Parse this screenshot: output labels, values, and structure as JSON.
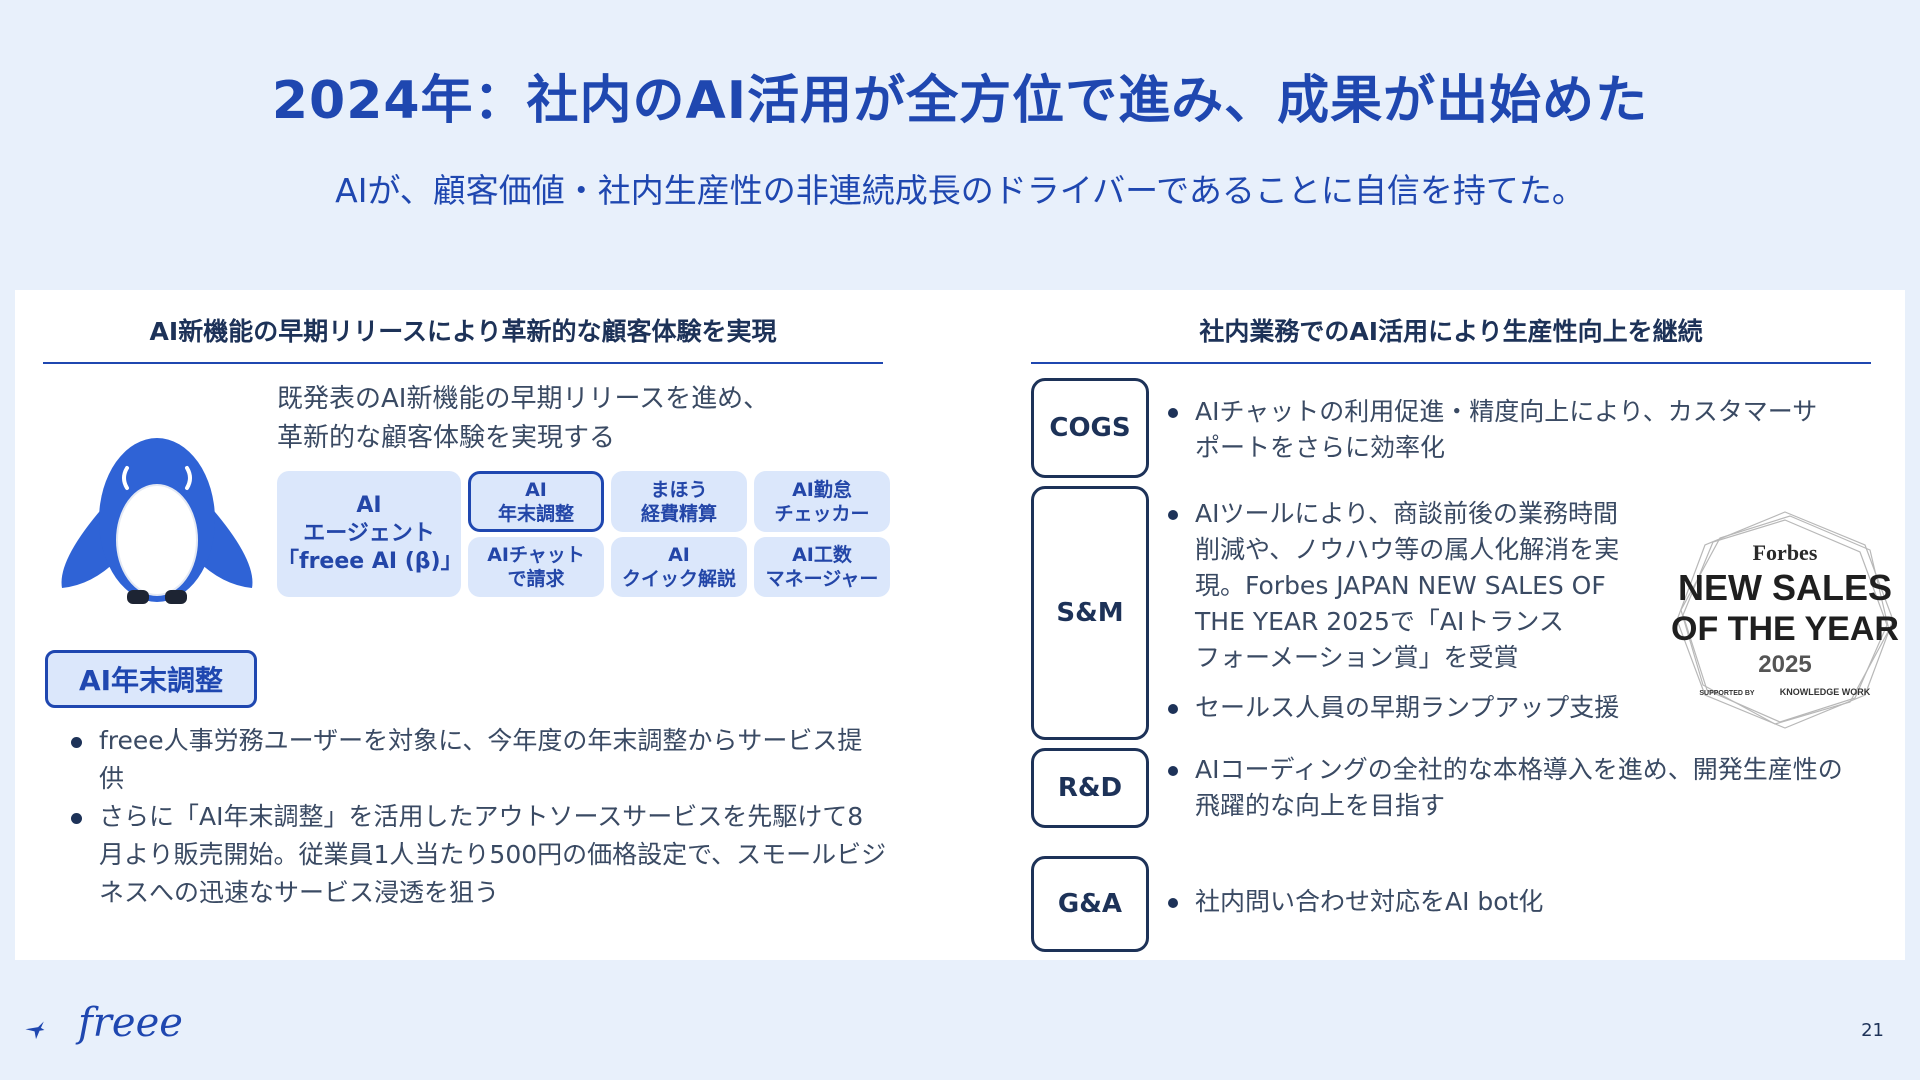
{
  "header": {
    "title": "2024年：社内のAI活用が全方位で進み、成果が出始めた",
    "subtitle": "AIが、顧客価値・社内生産性の非連続成長のドライバーであることに自信を持てた。"
  },
  "left": {
    "heading": "AI新機能の早期リリースにより革新的な顧客体験を実現",
    "intro": [
      "既発表のAI新機能の早期リリースを進め、",
      "革新的な顧客体験を実現する"
    ],
    "features": {
      "agent": "AI\nエージェント\n「freee AI (β)」",
      "year_end": "AI\n年末調整",
      "mahou": "まほう\n経費精算",
      "attendance": "AI勤怠\nチェッカー",
      "chat_invoice": "AIチャット\nで請求",
      "quick": "AI\nクイック解説",
      "kousu": "AI工数\nマネージャー"
    },
    "tag": "AI年末調整",
    "bullets": [
      "freee人事労務ユーザーを対象に、今年度の年末調整からサービス提供",
      "さらに「AI年末調整」を活用したアウトソースサービスを先駆けて8月より販売開始。従業員1人当たり500円の価格設定で、スモールビジネスへの迅速なサービス浸透を狙う"
    ]
  },
  "right": {
    "heading": "社内業務でのAI活用により生産性向上を継続",
    "depts": {
      "cogs": {
        "label": "COGS",
        "bullet": [
          "AIチャットの利用促進・精度向上により、カスタマーサ",
          "ポートをさらに効率化"
        ]
      },
      "sm": {
        "label": "S&M",
        "bullet1": [
          "AIツールにより、商談前後の業務時間",
          "削減や、ノウハウ等の属人化解消を実",
          "現。Forbes JAPAN NEW SALES OF",
          "THE YEAR 2025で「AIトランス",
          "フォーメーション賞」を受賞"
        ],
        "bullet2": "セールス人員の早期ランプアップ支援"
      },
      "rd": {
        "label": "R&D",
        "bullet": [
          "AIコーディングの全社的な本格導入を進め、開発生産性の",
          "飛躍的な向上を目指す"
        ]
      },
      "ga": {
        "label": "G&A",
        "bullet": "社内問い合わせ対応をAI bot化"
      }
    },
    "award": {
      "brand": "Forbes",
      "line1": "NEW SALES",
      "line2": "OF THE YEAR",
      "year": "2025",
      "supported": "SUPPORTED BY",
      "sponsor": "KNOWLEDGE WORK"
    }
  },
  "footer": {
    "logo": "freee",
    "page": "21"
  },
  "colors": {
    "brand_blue": "#1f47b0",
    "dark_navy": "#1d3258",
    "chip_bg": "#dbe7fb",
    "page_bg": "#e8f0fb"
  }
}
